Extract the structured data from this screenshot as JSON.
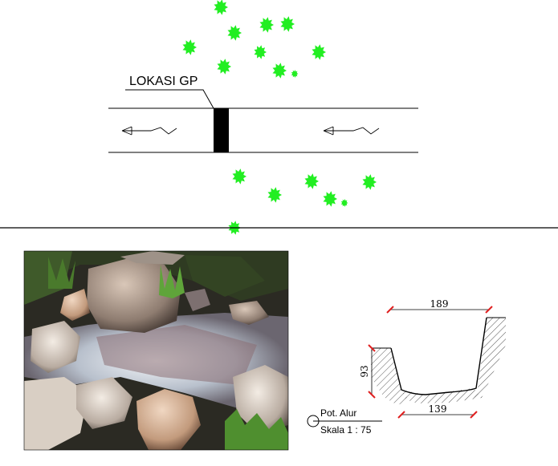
{
  "plan": {
    "location_label": "LOKASI GP"
  },
  "section": {
    "title": "Pot. Alur",
    "scale": "Skala 1 : 75",
    "dim_top_width": "189",
    "dim_bottom_width": "139",
    "dim_depth": "93"
  },
  "colors": {
    "vegetation": "#22ee22",
    "dimension_line": "#e02020",
    "structure": "#000000"
  }
}
